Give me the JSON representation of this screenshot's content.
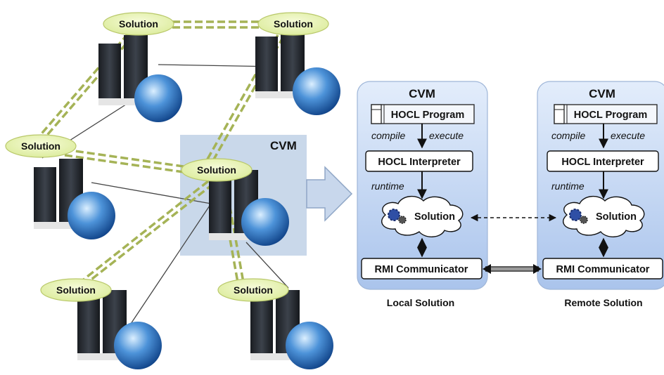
{
  "network": {
    "cvm_label": "CVM",
    "solution_labels": [
      "Solution",
      "Solution",
      "Solution",
      "Solution",
      "Solution",
      "Solution"
    ]
  },
  "local": {
    "title": "CVM",
    "program": "HOCL Program",
    "compile": "compile",
    "execute": "execute",
    "interpreter": "HOCL Interpreter",
    "runtime": "runtime",
    "solution": "Solution",
    "communicator": "RMI Communicator",
    "caption": "Local Solution"
  },
  "remote": {
    "title": "CVM",
    "program": "HOCL Program",
    "compile": "compile",
    "execute": "execute",
    "interpreter": "HOCL Interpreter",
    "runtime": "runtime",
    "solution": "Solution",
    "communicator": "RMI Communicator",
    "caption": "Remote Solution"
  },
  "colors": {
    "cvm_panel": "#c9dcf4",
    "network_cvm": "#b8cbe3",
    "cloud": "#e6f2b0",
    "dashed_link": "#9aa84a"
  }
}
